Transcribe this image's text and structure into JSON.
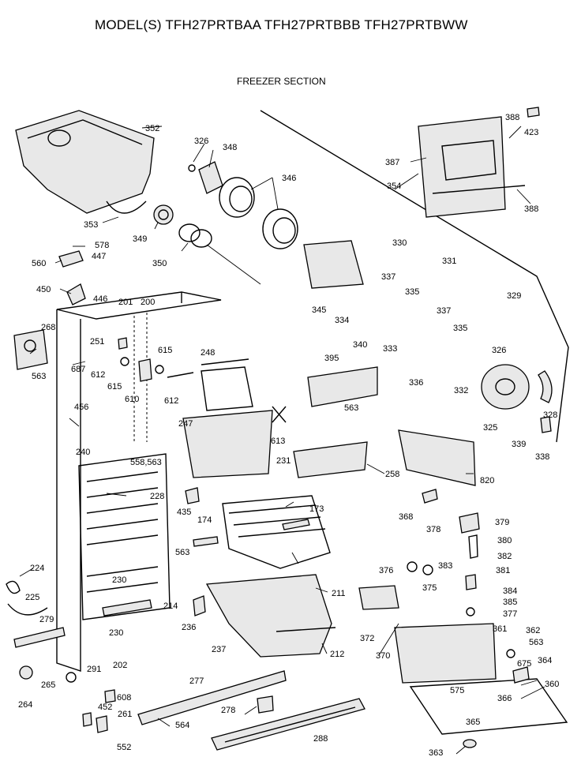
{
  "header": {
    "title": "MODEL(S) TFH27PRTBAA  TFH27PRTBBB  TFH27PRTBWW",
    "section": "FREEZER SECTION"
  },
  "callouts": [
    "352",
    "326",
    "348",
    "346",
    "353",
    "349",
    "350",
    "578",
    "447",
    "560",
    "450",
    "446",
    "201",
    "200",
    "268",
    "563",
    "251",
    "615",
    "687",
    "612",
    "248",
    "615",
    "610",
    "612",
    "345",
    "330",
    "331",
    "337",
    "335",
    "329",
    "334",
    "340",
    "333",
    "337",
    "335",
    "326",
    "395",
    "563",
    "336",
    "332",
    "325",
    "328",
    "339",
    "338",
    "387",
    "354",
    "388",
    "423",
    "388",
    "456",
    "240",
    "558,563",
    "228",
    "247",
    "613",
    "231",
    "258",
    "820",
    "173",
    "435",
    "174",
    "563",
    "368",
    "378",
    "379",
    "380",
    "382",
    "383",
    "381",
    "376",
    "375",
    "224",
    "225",
    "279",
    "230",
    "214",
    "230",
    "211",
    "384",
    "385",
    "377",
    "372",
    "236",
    "237",
    "212",
    "361",
    "362",
    "563",
    "370",
    "675",
    "364",
    "202",
    "291",
    "265",
    "264",
    "608",
    "452",
    "261",
    "552",
    "277",
    "278",
    "564",
    "575",
    "366",
    "360",
    "365",
    "288",
    "363"
  ]
}
